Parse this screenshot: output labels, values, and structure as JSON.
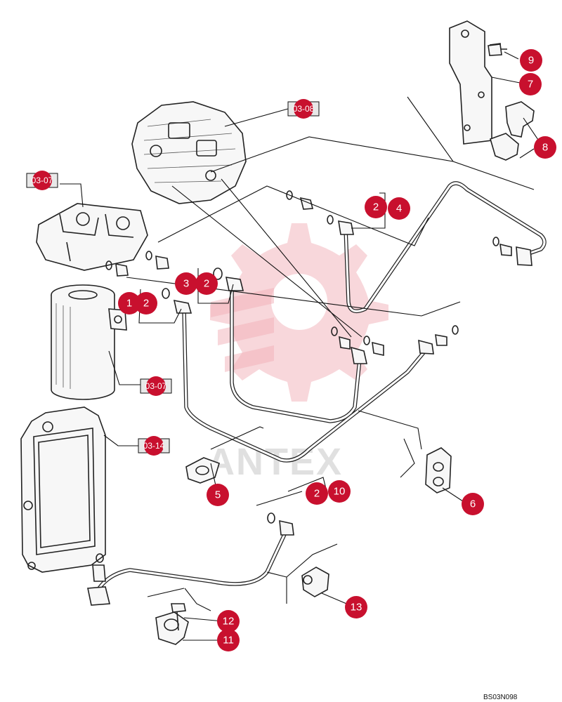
{
  "callouts": [
    {
      "id": "c9",
      "label": "9"
    },
    {
      "id": "c7",
      "label": "7"
    },
    {
      "id": "c8",
      "label": "8"
    },
    {
      "id": "c2a",
      "label": "2"
    },
    {
      "id": "c4",
      "label": "4"
    },
    {
      "id": "c3",
      "label": "3"
    },
    {
      "id": "c2b",
      "label": "2"
    },
    {
      "id": "c1",
      "label": "1"
    },
    {
      "id": "c2c",
      "label": "2"
    },
    {
      "id": "c5",
      "label": "5"
    },
    {
      "id": "c6",
      "label": "6"
    },
    {
      "id": "c2d",
      "label": "2"
    },
    {
      "id": "c10",
      "label": "10"
    },
    {
      "id": "c12",
      "label": "12"
    },
    {
      "id": "c11",
      "label": "11"
    },
    {
      "id": "c13",
      "label": "13"
    }
  ],
  "references": [
    {
      "id": "r1",
      "label": "03-08"
    },
    {
      "id": "r2",
      "label": "03-07"
    },
    {
      "id": "r3",
      "label": "03-07"
    },
    {
      "id": "r4",
      "label": "03-14"
    }
  ],
  "watermark": {
    "text": "ANTEX"
  },
  "drawing_code": "BS03N098",
  "colors": {
    "callout": "#c8102e",
    "watermark_gear": "#f2b0b8"
  }
}
